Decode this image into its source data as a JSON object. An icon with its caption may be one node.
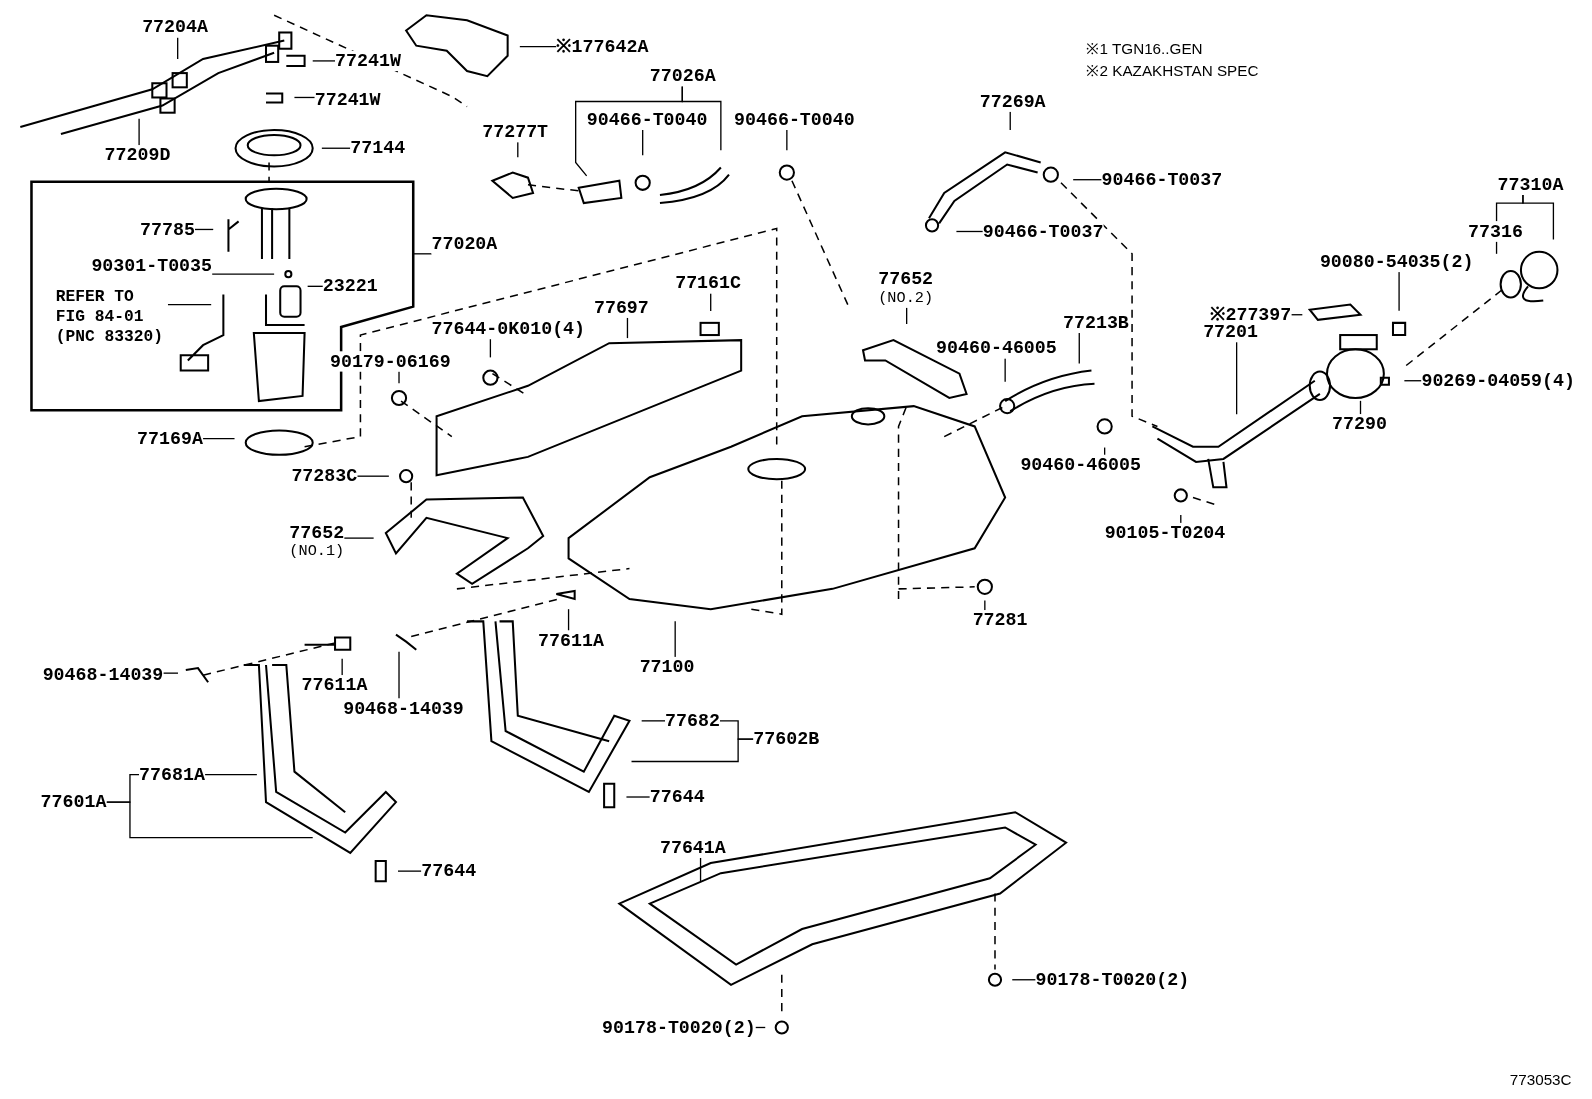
{
  "diagram": {
    "nodes": [
      {
        "text": [
          "77204A"
        ]
      },
      {
        "text": [
          "77241W"
        ]
      },
      {
        "text": [
          "77241W"
        ]
      },
      {
        "text": [
          "77209D"
        ]
      },
      {
        "text": [
          "77144"
        ]
      },
      {
        "text": [],
        "shape": "box"
      },
      {
        "text": [
          "77020A"
        ]
      },
      {
        "text": [
          "77785"
        ],
        "in": 5
      },
      {
        "text": [
          "90301-T0035"
        ],
        "in": 5
      },
      {
        "text": [
          "23221"
        ],
        "in": 5
      },
      {
        "text": [
          "REFER TO FIG 84-01 (PNC 83320)"
        ],
        "in": 5
      },
      {
        "text": [
          "77169A"
        ]
      },
      {
        "text": [
          "※177642A"
        ]
      },
      {
        "text": [
          "77026A"
        ]
      },
      {
        "text": [
          "90466-T0040"
        ]
      },
      {
        "text": [
          "90466-T0040"
        ]
      },
      {
        "text": [
          "77277T"
        ]
      },
      {
        "text": [
          "77269A"
        ]
      },
      {
        "text": [
          "90466-T0037"
        ]
      },
      {
        "text": [
          "90466-T0037"
        ]
      },
      {
        "text": [
          "77310A"
        ]
      },
      {
        "text": [
          "77316"
        ]
      },
      {
        "text": [
          "90080-54035(2)"
        ]
      },
      {
        "text": [
          "※277397"
        ]
      },
      {
        "text": [
          "90269-04059(4)"
        ]
      },
      {
        "text": [
          "77290"
        ]
      },
      {
        "text": [
          "77201"
        ]
      },
      {
        "text": [
          "77213B"
        ]
      },
      {
        "text": [
          "90460-46005"
        ]
      },
      {
        "text": [
          "90460-46005"
        ]
      },
      {
        "text": [
          "90105-T0204"
        ]
      },
      {
        "text": [
          "77652",
          "(NO.2)"
        ]
      },
      {
        "text": [
          "77161C"
        ]
      },
      {
        "text": [
          "77697"
        ]
      },
      {
        "text": [
          "77644-0K010(4)"
        ]
      },
      {
        "text": [
          "90179-06169"
        ]
      },
      {
        "text": [
          "77283C"
        ]
      },
      {
        "text": [
          "77652",
          "(NO.1)"
        ]
      },
      {
        "text": [
          "77100"
        ]
      },
      {
        "text": [
          "77611A"
        ]
      },
      {
        "text": [
          "77281"
        ]
      },
      {
        "text": [
          "90468-14039"
        ]
      },
      {
        "text": [
          "77611A"
        ]
      },
      {
        "text": [
          "90468-14039"
        ]
      },
      {
        "text": [
          "77682"
        ]
      },
      {
        "text": [
          "77602B"
        ]
      },
      {
        "text": [
          "77644"
        ]
      },
      {
        "text": [
          "77681A"
        ]
      },
      {
        "text": [
          "77601A"
        ]
      },
      {
        "text": [
          "77644"
        ]
      },
      {
        "text": [
          "77641A"
        ]
      },
      {
        "text": [
          "90178-T0020(2)"
        ]
      },
      {
        "text": [
          "90178-T0020(2)"
        ]
      }
    ],
    "edges": [
      {
        "from": 0,
        "to": null,
        "arrow": "none"
      },
      {
        "from": 1,
        "to": null,
        "arrow": "none"
      },
      {
        "from": 2,
        "to": null,
        "arrow": "none"
      },
      {
        "from": 3,
        "to": null,
        "arrow": "none"
      },
      {
        "from": 4,
        "to": null,
        "arrow": "none"
      },
      {
        "from": 6,
        "to": 5,
        "arrow": "none"
      },
      {
        "from": 7,
        "to": null,
        "arrow": "none"
      },
      {
        "from": 8,
        "to": null,
        "arrow": "none"
      },
      {
        "from": 9,
        "to": null,
        "arrow": "none"
      },
      {
        "from": 10,
        "to": null,
        "arrow": "none"
      },
      {
        "from": 11,
        "to": null,
        "arrow": "none"
      },
      {
        "from": 12,
        "to": null,
        "arrow": "none"
      },
      {
        "from": 13,
        "to": null,
        "arrow": "none"
      },
      {
        "from": 13,
        "to": null,
        "arrow": "none"
      },
      {
        "from": 14,
        "to": null,
        "arrow": "none"
      },
      {
        "from": 15,
        "to": null,
        "arrow": "none"
      },
      {
        "from": 16,
        "to": null,
        "arrow": "none"
      },
      {
        "from": 17,
        "to": null,
        "arrow": "none"
      },
      {
        "from": 18,
        "to": null,
        "arrow": "none"
      },
      {
        "from": 19,
        "to": null,
        "arrow": "none"
      },
      {
        "from": 20,
        "to": 21,
        "arrow": "none"
      },
      {
        "from": 20,
        "to": null,
        "arrow": "none"
      },
      {
        "from": 21,
        "to": null,
        "arrow": "none"
      },
      {
        "from": 22,
        "to": null,
        "arrow": "none"
      },
      {
        "from": 23,
        "to": null,
        "arrow": "none"
      },
      {
        "from": 24,
        "to": null,
        "arrow": "none"
      },
      {
        "from": 25,
        "to": null,
        "arrow": "none"
      },
      {
        "from": 26,
        "to": null,
        "arrow": "none"
      },
      {
        "from": 27,
        "to": null,
        "arrow": "none"
      },
      {
        "from": 28,
        "to": null,
        "arrow": "none"
      },
      {
        "from": 29,
        "to": null,
        "arrow": "none"
      },
      {
        "from": 30,
        "to": null,
        "arrow": "none"
      },
      {
        "from": 31,
        "to": null,
        "arrow": "none"
      },
      {
        "from": 32,
        "to": null,
        "arrow": "none"
      },
      {
        "from": 33,
        "to": null,
        "arrow": "none"
      },
      {
        "from": 34,
        "to": null,
        "arrow": "none"
      },
      {
        "from": 35,
        "to": null,
        "arrow": "none"
      },
      {
        "from": 36,
        "to": null,
        "arrow": "none"
      },
      {
        "from": 37,
        "to": null,
        "arrow": "none"
      },
      {
        "from": 38,
        "to": null,
        "arrow": "none"
      },
      {
        "from": 39,
        "to": null,
        "arrow": "none"
      },
      {
        "from": 40,
        "to": null,
        "arrow": "none"
      },
      {
        "from": 41,
        "to": null,
        "arrow": "none"
      },
      {
        "from": 42,
        "to": null,
        "arrow": "none"
      },
      {
        "from": 43,
        "to": null,
        "arrow": "none"
      },
      {
        "from": 44,
        "to": null,
        "arrow": "none"
      },
      {
        "from": 45,
        "to": 44,
        "arrow": "none"
      },
      {
        "from": 45,
        "to": null,
        "arrow": "none"
      },
      {
        "from": 46,
        "to": null,
        "arrow": "none"
      },
      {
        "from": 47,
        "to": null,
        "arrow": "none"
      },
      {
        "from": 48,
        "to": 47,
        "arrow": "none"
      },
      {
        "from": 48,
        "to": null,
        "arrow": "none"
      },
      {
        "from": 49,
        "to": null,
        "arrow": "none"
      },
      {
        "from": 50,
        "to": null,
        "arrow": "none"
      },
      {
        "from": 51,
        "to": null,
        "arrow": "none"
      },
      {
        "from": 52,
        "to": null,
        "arrow": "none"
      }
    ],
    "labels": [
      "※1 TGN16..GEN",
      "※2 KAZAKHSTAN SPEC",
      "773053C"
    ]
  }
}
